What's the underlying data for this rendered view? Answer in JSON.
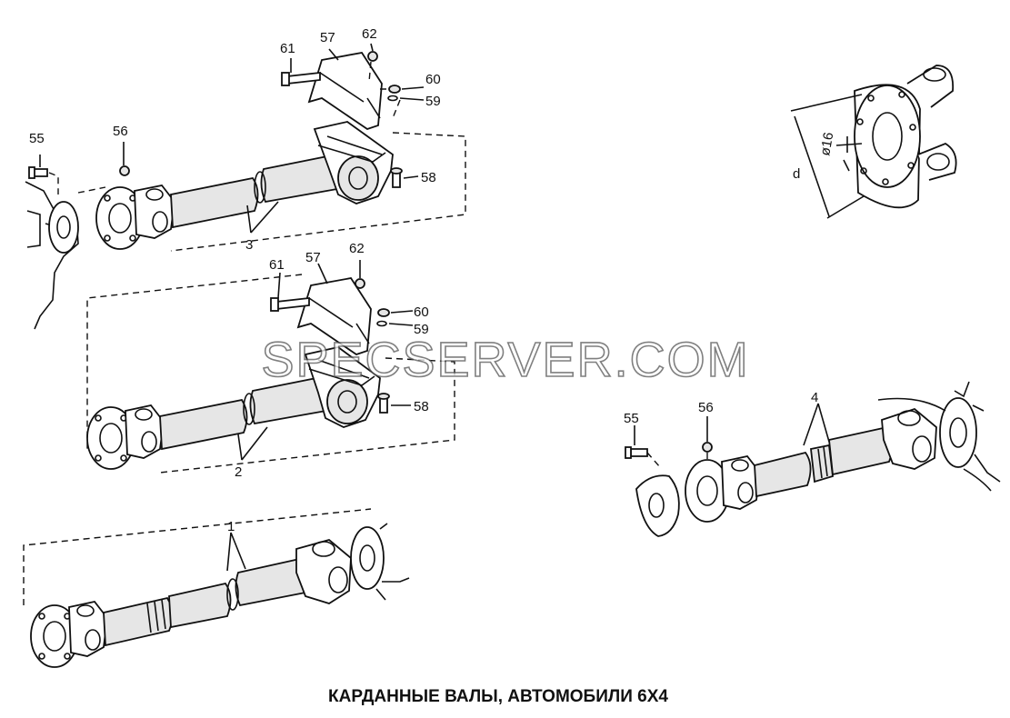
{
  "caption": "КАРДАННЫЕ ВАЛЫ, АВТОМОБИЛИ 6Х4",
  "watermark": "SPECSERVER.COM",
  "callouts": {
    "a55": "55",
    "a56": "56",
    "a61": "61",
    "a57": "57",
    "a62": "62",
    "a60": "60",
    "a59": "59",
    "a58": "58",
    "a3": "3",
    "b61": "61",
    "b57": "57",
    "b62": "62",
    "b60": "60",
    "b59": "59",
    "b58": "58",
    "b2": "2",
    "c1": "1",
    "d55": "55",
    "d56": "56",
    "d4": "4"
  },
  "flange_detail": {
    "dim_d": "d",
    "dim_bolt": "ø16"
  }
}
